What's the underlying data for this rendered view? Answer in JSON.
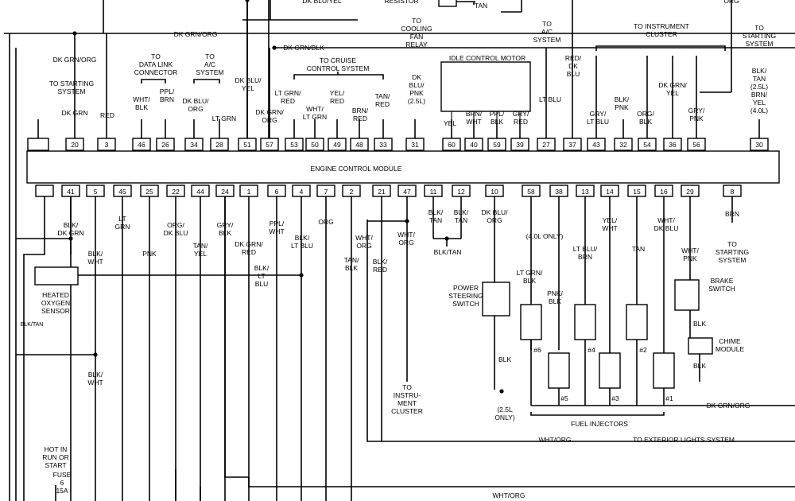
{
  "module_title": "ENGINE CONTROL MODULE",
  "top_labels": {
    "resistor": "RESISTOR",
    "dk_blu_yel_top": "DK BLU/YEL",
    "tan_top": "TAN",
    "org_top": "ORG"
  },
  "top_pins": [
    "",
    "20",
    "3",
    "46",
    "26",
    "34",
    "28",
    "51",
    "57",
    "53",
    "50",
    "49",
    "48",
    "33",
    "31",
    "60",
    "40",
    "59",
    "39",
    "27",
    "37",
    "43",
    "32",
    "54",
    "36",
    "56",
    "30"
  ],
  "bottom_pins": [
    "",
    "41",
    "5",
    "45",
    "25",
    "22",
    "44",
    "24",
    "1",
    "6",
    "4",
    "7",
    "2",
    "21",
    "47",
    "11",
    "12",
    "10",
    "58",
    "38",
    "13",
    "14",
    "15",
    "16",
    "29",
    "8"
  ],
  "top_wire_colors": {
    "p20": "DK GRN",
    "p3": "RED",
    "p46": "WHT/\nBLK",
    "p26": "PPL/\nBRN",
    "p34": "DK BLU/\nORG",
    "p28": "LT GRN",
    "p51": "DK BLU/\nYEL",
    "p57": "DK GRN/\nORG",
    "p53": "LT GRN/\nRED",
    "p50": "WHT/\nLT GRN",
    "p49": "YEL/\nRED",
    "p48": "BRN/\nRED",
    "p33": "TAN/\nRED",
    "p31": "DK\nBLU/\nPNK\n(2.5L)",
    "p60": "YEL",
    "p40": "BRN/\nWHT",
    "p59": "PPL/\nBLK",
    "p39": "GRY/\nRED",
    "p27": "LT BLU",
    "p37": "RED/\nDK\nBLU",
    "p43": "GRY/\nLT BLU",
    "p32": "BLK/\nPNK",
    "p54": "ORG/\nBLK",
    "p36": "DK GRN/\nYEL",
    "p56": "GRY/\nPNK",
    "p30": "BLK/\nTAN\n(2.5L)\nBRN/\nYEL\n(4.0L)"
  },
  "top_destinations": {
    "dk_grn_org_bus": "DK GRN/ORG",
    "dk_grn_blk_bus": "DK GRN/BLK",
    "dk_grn_org_left": "DK GRN/ORG",
    "to_starting_system_left": "TO STARTING\nSYSTEM",
    "data_link": "TO\nDATA LINK\nCONNECTOR",
    "ac_left": "TO\nA/C\nSYSTEM",
    "cruise": "TO CRUISE\nCONTROL SYSTEM",
    "cooling_fan": "TO\nCOOLING\nFAN\nRELAY",
    "idle_motor": "IDLE CONTROL MOTOR",
    "ac_right": "TO\nA/C\nSYSTEM",
    "instrument_cluster": "TO INSTRUMENT\nCLUSTER",
    "starting_right": "TO\nSTARTING\nSYSTEM"
  },
  "bottom_wire_colors": {
    "p41": "BLK/\nDK GRN",
    "p5": "BLK/\nWHT",
    "p45": "LT\nGRN",
    "p25": "PNK",
    "p22": "ORG/\nDK BLU",
    "p44": "TAN/\nYEL",
    "p24": "GRY/\nBLK",
    "p1": "DK GRN/\nRED",
    "p6": "PPL/\nWHT",
    "p4": "BLK/\nLT BLU",
    "p7": "ORG",
    "p2": "TAN/\nBLK",
    "p21": "BLK/\nRED",
    "p47": "WHT/\nORG",
    "p11": "BLK/\nTAN",
    "p12": "BLK/\nTAN",
    "p10": "DK BLU/\nORG",
    "p58": "(4.0L ONLY)",
    "p38": "PNK/\nBLK",
    "p13": "LT BLU/\nBRN",
    "p14": "YEL/\nWHT",
    "p15": "TAN",
    "p16": "WHT/\nDK BLU",
    "p29": "WHT/\nPNK",
    "p8": "BRN"
  },
  "bottom_labels": {
    "blk_lt_blu": "BLK/\nLT\nBLU",
    "wht_org_2": "WHT/\nORG",
    "blk_tan_join": "BLK/TAN",
    "heated_o2": "HEATED\nOXYGEN\nSENSOR",
    "blk_tan_small": "BLK/TAN",
    "blk_wht_lower": "BLK/\nWHT",
    "hot_in_run": "HOT IN\nRUN OR\nSTART",
    "fuse": "FUSE\n6\n15A",
    "to_instrument": "TO\nINSTRU-\nMENT\nCLUSTER",
    "ps_switch": "POWER\nSTEERING\nSWITCH",
    "blk_ps": "BLK",
    "ps_note": "(2.5L\nONLY)",
    "lt_grn_blk": "LT GRN/\nBLK",
    "inj6": "#6",
    "inj5": "#5",
    "inj4": "#4",
    "inj3": "#3",
    "inj2": "#2",
    "inj1": "#1",
    "fuel_injectors": "FUEL INJECTORS",
    "dk_grn_org_right": "DK GRN/ORG",
    "wht_org_ext": "WHT/ORG",
    "ext_lights": "TO EXTERIOR LIGHTS SYSTEM",
    "brake_switch": "BRAKE\nSWITCH",
    "blk_brake": "BLK",
    "chime": "CHIME\nMODULE",
    "blk_chime": "BLK",
    "to_starting_bottom": "TO\nSTARTING\nSYSTEM",
    "wht_org_bottom": "WHT/ORG"
  }
}
